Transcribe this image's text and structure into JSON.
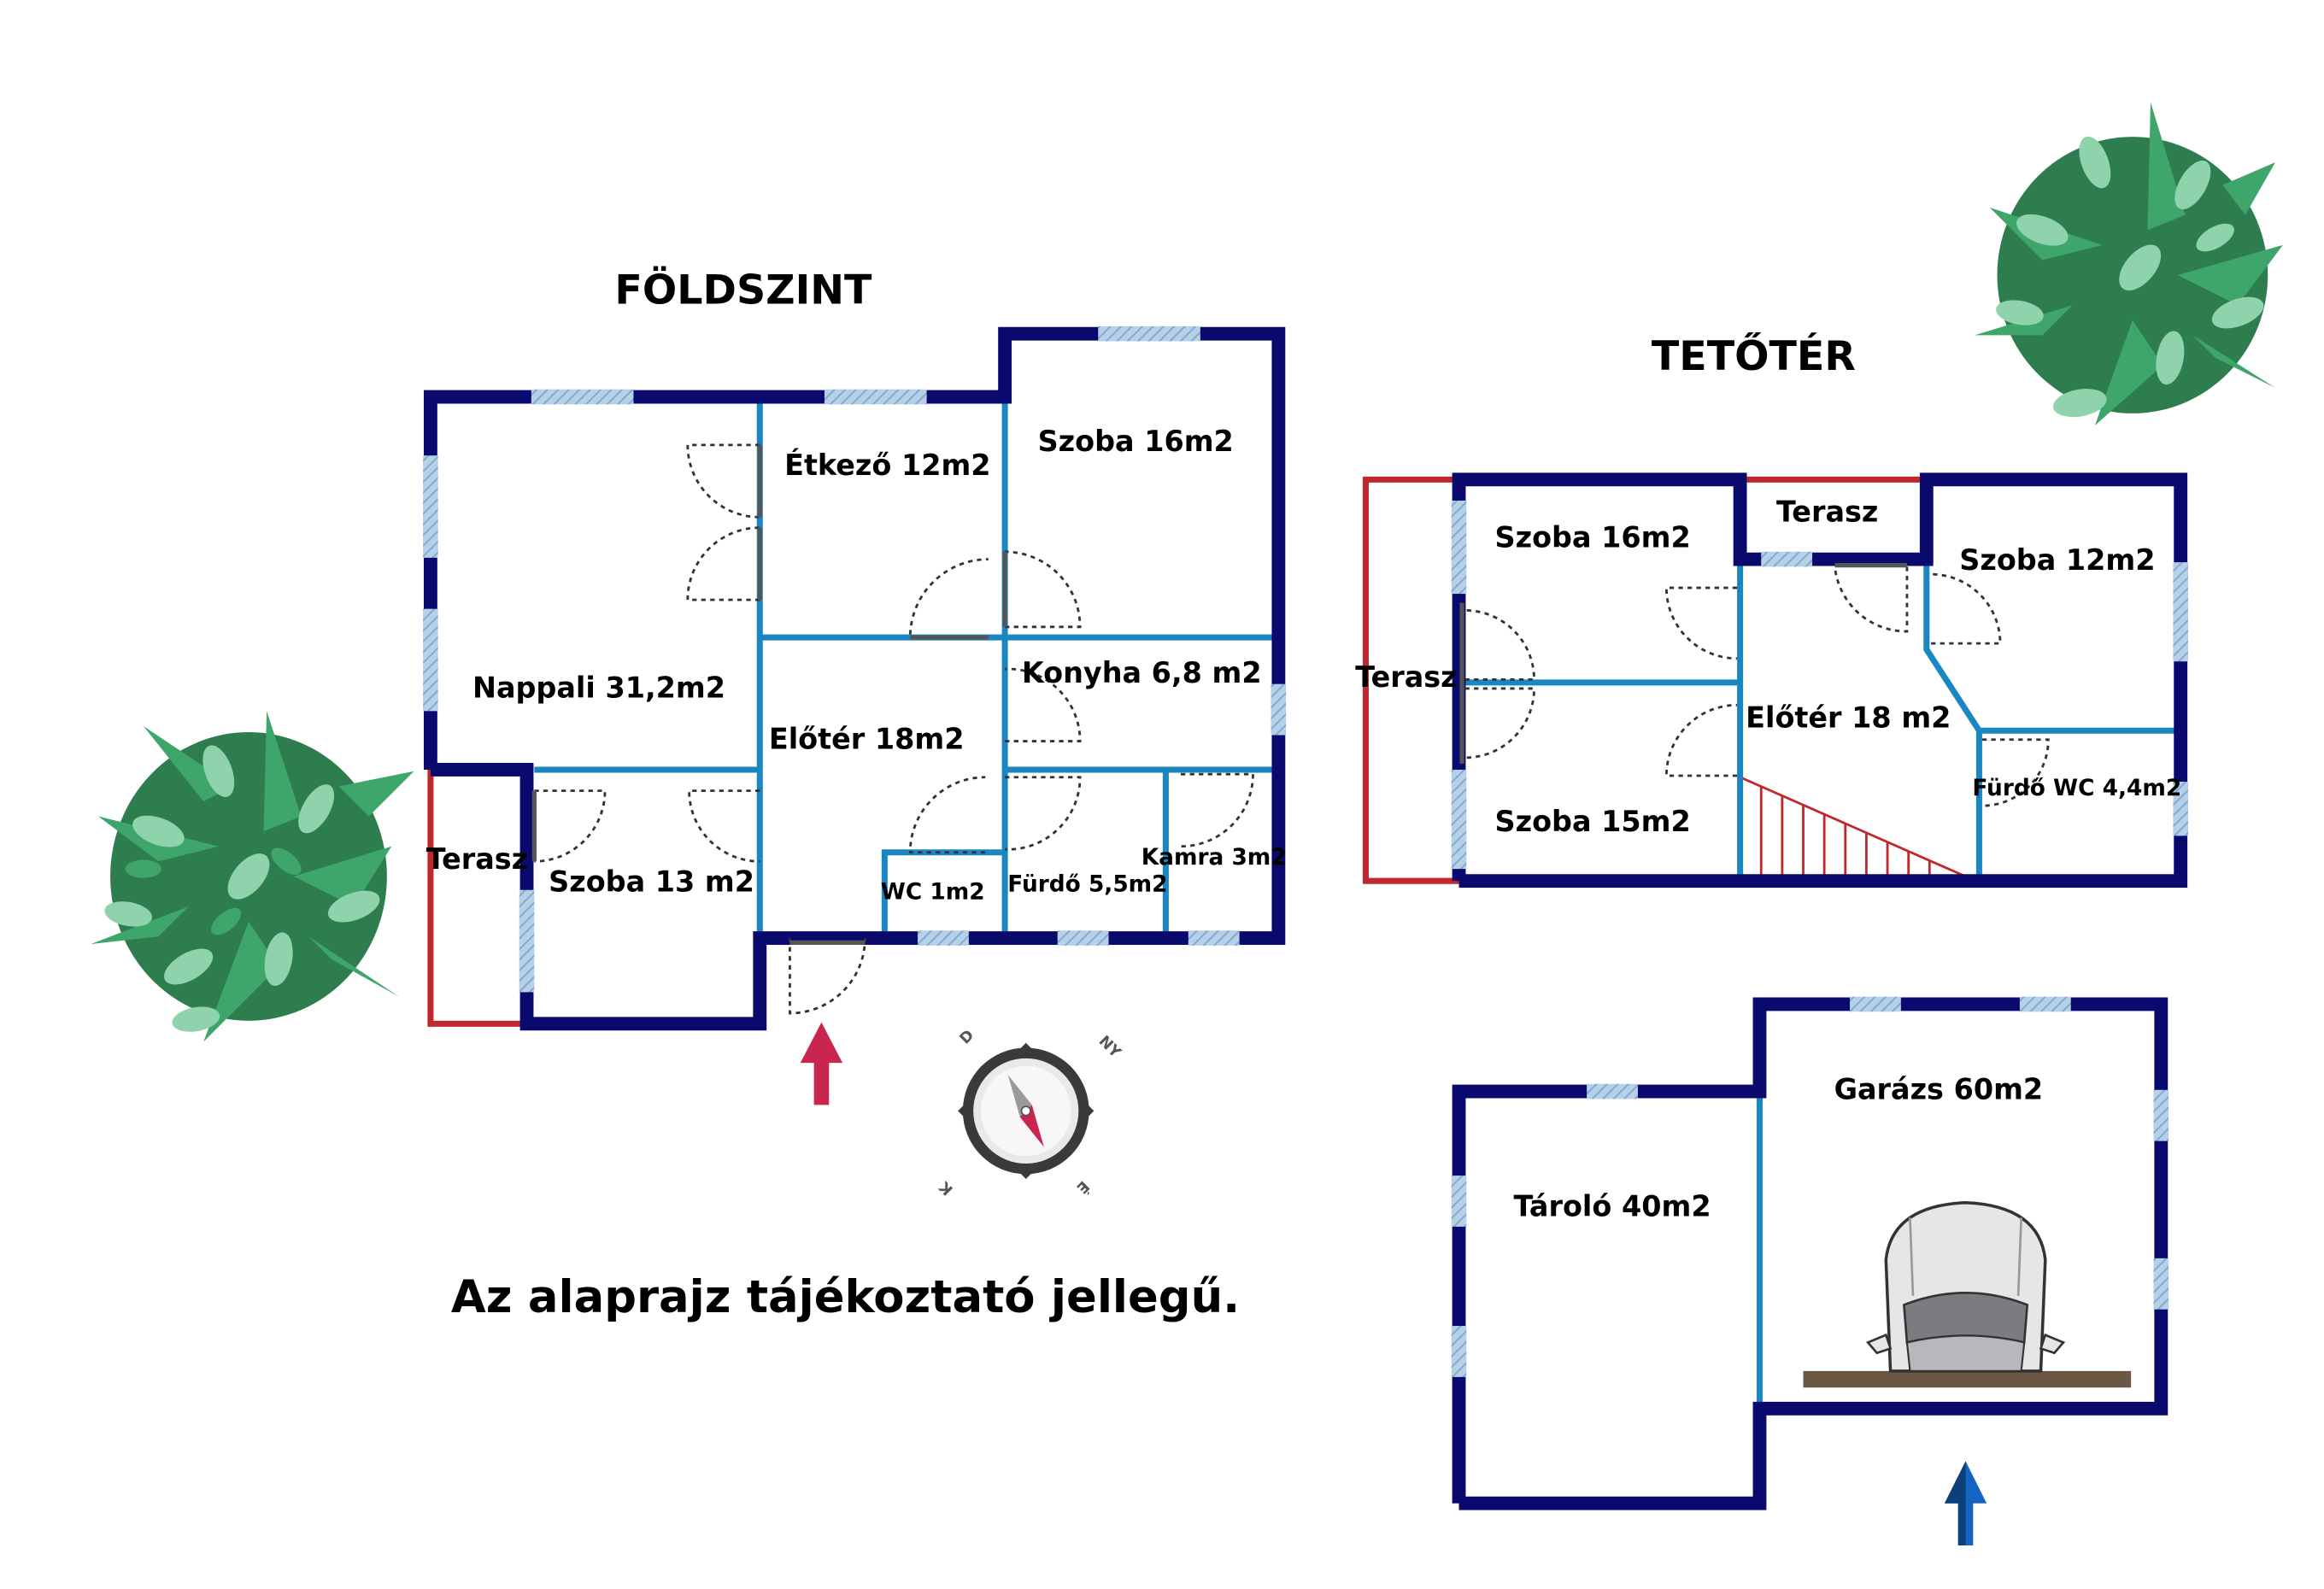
{
  "ground_floor": {
    "title": "FÖLDSZINT",
    "rooms": {
      "nappali": "Nappali 31,2m2",
      "etkezo": "Étkező 12m2",
      "szoba16": "Szoba 16m2",
      "konyha": "Konyha 6,8 m2",
      "eloter": "Előtér 18m2",
      "terasz": "Terasz",
      "szoba13": "Szoba 13 m2",
      "wc": "WC 1m2",
      "furdo": "Fürdő 5,5m2",
      "kamra": "Kamra 3m2"
    }
  },
  "attic": {
    "title": "TETŐTÉR",
    "rooms": {
      "szoba16": "Szoba 16m2",
      "terasz_top": "Terasz",
      "szoba12": "Szoba 12m2",
      "terasz_left": "Terasz",
      "eloter": "Előtér 18 m2",
      "szoba15": "Szoba 15m2",
      "furdo_wc": "Fürdő WC 4,4m2"
    }
  },
  "garage_block": {
    "rooms": {
      "garazs": "Garázs 60m2",
      "tarolo": "Tároló 40m2"
    }
  },
  "compass": {
    "letters": [
      "É",
      "K",
      "D",
      "NY"
    ]
  },
  "disclaimer": "Az alaprajz tájékoztató jellegű.",
  "colors": {
    "outer_wall": "#0a0a6e",
    "inner_wall": "#1a86c2",
    "window": "#a9c6e0",
    "terrace": "#c0282e",
    "entrance_arrow": "#c8264f",
    "garage_arrow": "#1565c0",
    "plant_dark": "#2e7d4f",
    "plant_mid": "#3ea66a",
    "plant_light": "#8fd3ad",
    "workbench": "#6b5844"
  }
}
